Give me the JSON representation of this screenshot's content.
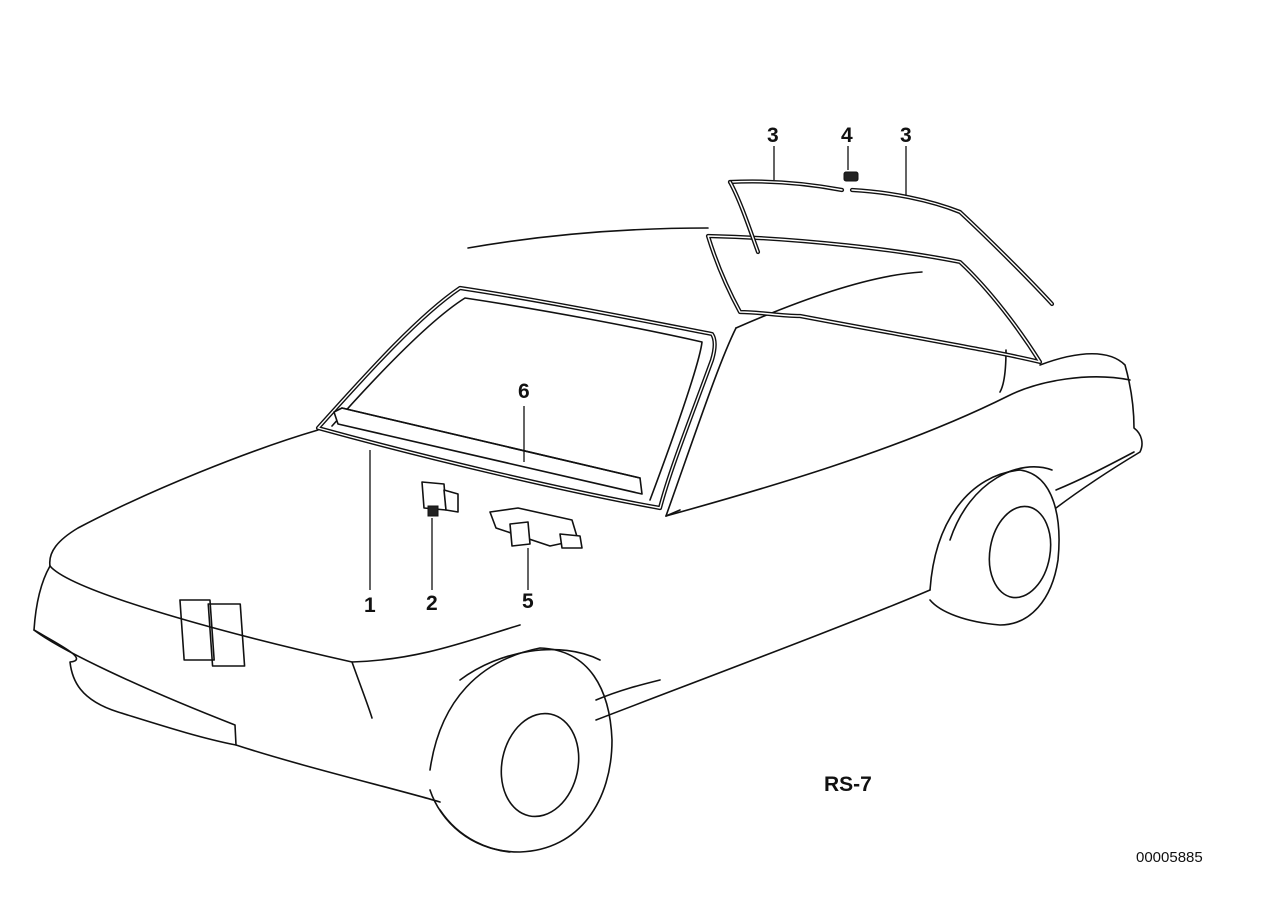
{
  "callouts": {
    "c1": "1",
    "c2": "2",
    "c3a": "3",
    "c3b": "3",
    "c4": "4",
    "c5": "5",
    "c6": "6"
  },
  "diagram_code": "RS-7",
  "document_number": "00005885",
  "colors": {
    "ink": "#111111",
    "paper": "#ffffff"
  }
}
